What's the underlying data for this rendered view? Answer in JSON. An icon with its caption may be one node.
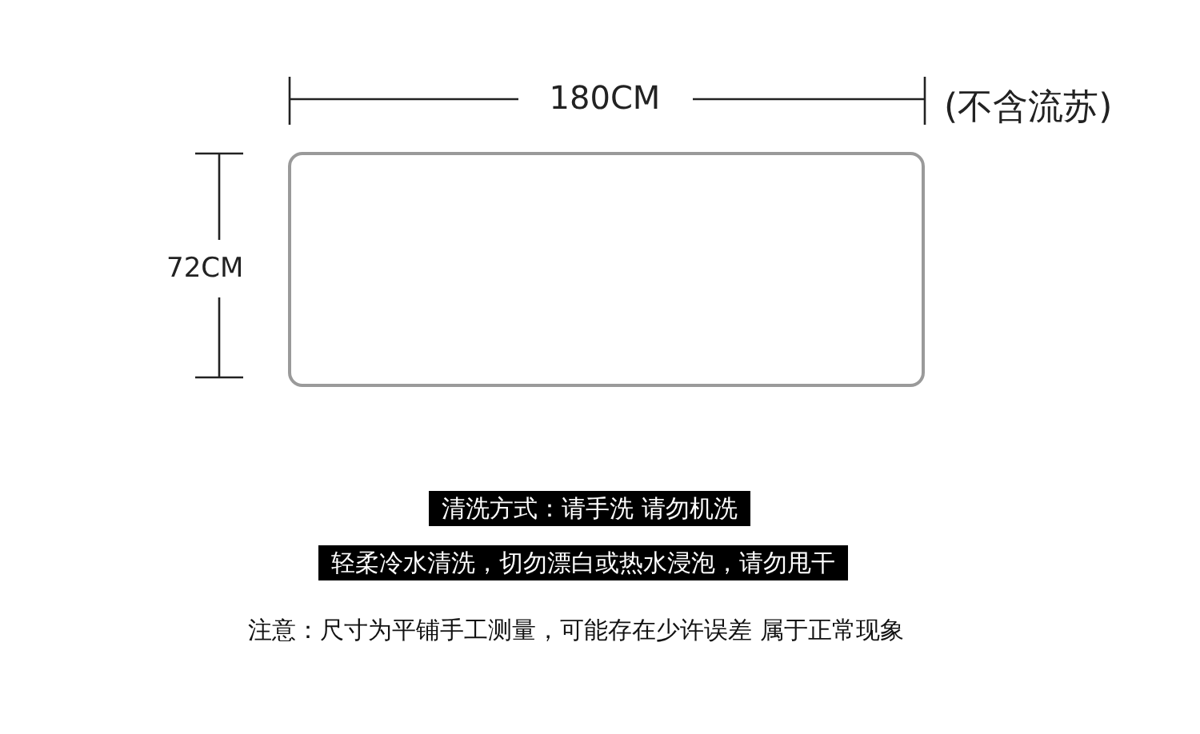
{
  "diagram": {
    "nodes": [
      {
        "text": [],
        "shape": "box"
      },
      {
        "text": [
          "清洗方式：请手洗 请勿机洗"
        ]
      },
      {
        "text": [
          "轻柔冷水清洗，切勿漂白或热水浸泡，请勿甩干"
        ]
      }
    ],
    "edges": [],
    "labels": [
      "180CM",
      "(不含流苏)",
      "72CM",
      "注意：尺寸为平铺手工测量，可能存在少许误差 属于正常现象"
    ]
  }
}
